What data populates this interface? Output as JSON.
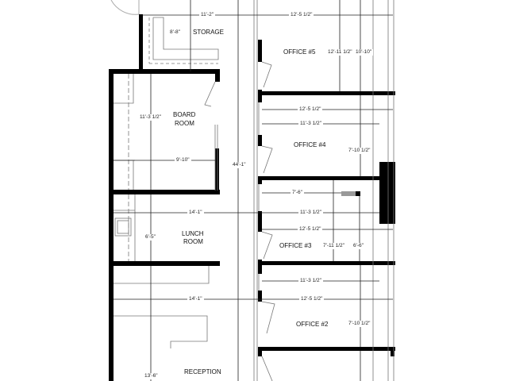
{
  "rooms": {
    "storage": "STORAGE",
    "office5": "OFFICE #5",
    "board1": "BOARD",
    "board2": "ROOM",
    "office4": "OFFICE #4",
    "lunch1": "LUNCH",
    "lunch2": "ROOM",
    "office3": "OFFICE #3",
    "office2": "OFFICE #2",
    "reception": "RECEPTION"
  },
  "dimensions": {
    "top_width": "11'-2\"",
    "storage_height": "8'-8\"",
    "office5_width": "12'-5 1/2\"",
    "office5_h1": "12'-11 1/2\"",
    "office5_h2": "10'-10\"",
    "board_height": "11'-3 1/2\"",
    "board_width": "9'-10\"",
    "corridor_length": "44'-1\"",
    "office4_w1": "12'-5 1/2\"",
    "office4_w2": "11'-3 1/2\"",
    "office4_h": "7'-10 1/2\"",
    "office3_w0": "7'-6\"",
    "office3_w1": "11'-3 1/2\"",
    "office3_w2": "12'-5 1/2\"",
    "office3_h1": "7'-11 1/2\"",
    "office3_h2": "6'-6\"",
    "lunch_width": "14'-1\"",
    "lunch_height": "6'-5\"",
    "office2_w1": "11'-3 1/2\"",
    "office2_w2": "12'-5 1/2\"",
    "office2_h": "7'-10 1/2\"",
    "reception_width": "14'-1\"",
    "reception_height": "13'-6\""
  }
}
